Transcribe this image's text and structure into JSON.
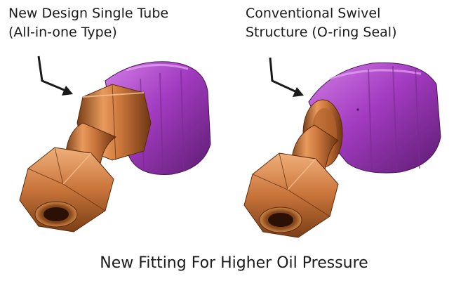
{
  "left_fitting": {
    "label_line1": "New Design Single Tube",
    "label_line2": "(All-in-one Type)"
  },
  "right_fitting": {
    "label_line1": "Conventional Swivel",
    "label_line2": "Structure (O-ring Seal)"
  },
  "caption": "New Fitting For Higher Oil Pressure",
  "colors": {
    "copper": "#c8743a",
    "copper_dark": "#7a3e16",
    "copper_light": "#f0b07a",
    "purple": "#a23bc0",
    "purple_dark": "#5e1c72",
    "purple_light": "#d27ee6",
    "arrow": "#1a1a1a"
  }
}
